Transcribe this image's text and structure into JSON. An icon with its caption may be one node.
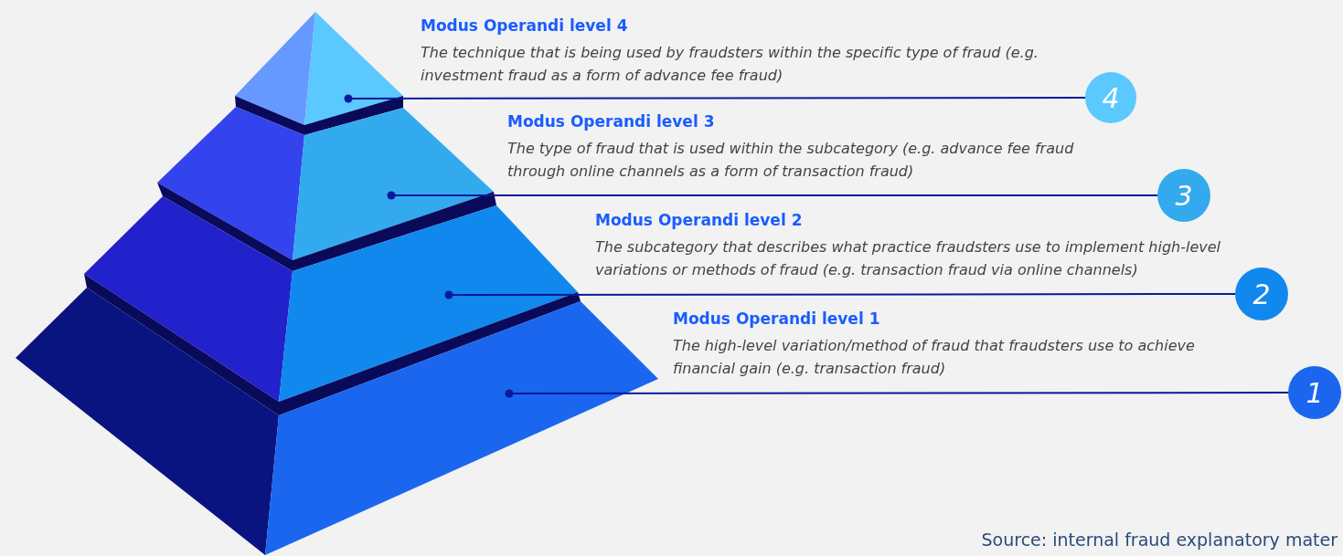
{
  "diagram": {
    "nodes": [
      {
        "text": [],
        "shape": "triangle"
      },
      {
        "text": [
          "4"
        ],
        "beside": [
          "Modus Operandi level 4",
          "The technique that is being used by fraudsters within the specific type of fraud (e.g. investment fraud as a form of advance fee fraud)"
        ]
      },
      {
        "text": [],
        "shape": "trapezoid"
      },
      {
        "text": [
          "3"
        ],
        "beside": [
          "Modus Operandi level 3",
          "The type of fraud that is used within the subcategory (e.g. advance fee fraud through online channels as a form of transaction fraud)"
        ]
      },
      {
        "text": [],
        "shape": "trapezoid"
      },
      {
        "text": [
          "2"
        ],
        "beside": [
          "Modus Operandi level 2",
          "The subcategory that describes what practice fraudsters use to implement high-level variations or methods of fraud (e.g. transaction fraud via online channels)"
        ]
      },
      {
        "text": [],
        "shape": "trapezoid"
      },
      {
        "text": [
          "1"
        ],
        "beside": [
          "Modus Operandi level 1",
          "The high-level variation/method of fraud that fraudsters use to achieve financial gain (e.g. transaction fraud)"
        ]
      }
    ],
    "edges": [
      {
        "from": 1,
        "to": 0,
        "arrow": "other"
      },
      {
        "from": 3,
        "to": 2,
        "arrow": "other"
      },
      {
        "from": 5,
        "to": 4,
        "arrow": "other"
      },
      {
        "from": 7,
        "to": 6,
        "arrow": "other"
      }
    ],
    "labels": [
      "Source: internal fraud explanatory mater"
    ]
  }
}
